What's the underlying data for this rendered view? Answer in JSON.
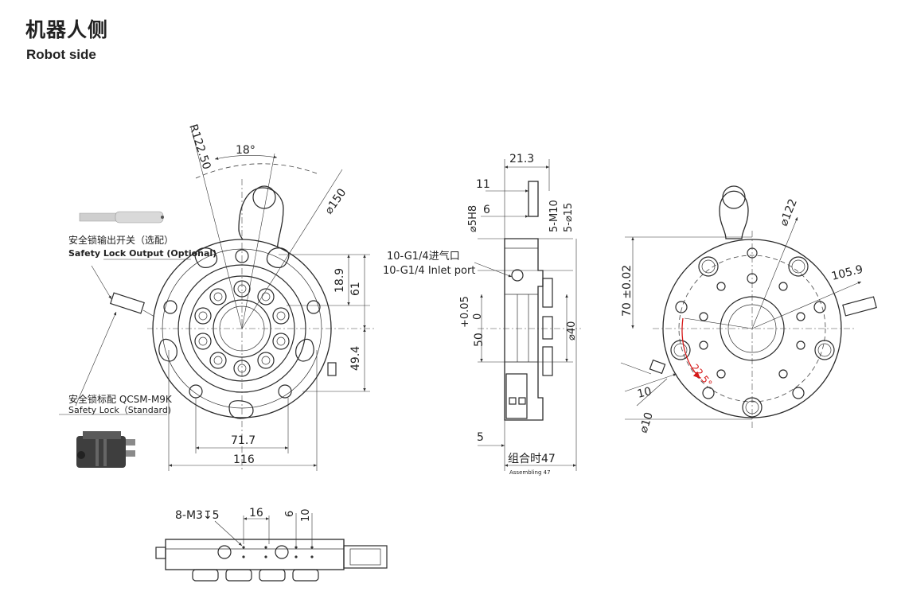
{
  "header": {
    "title_cn": "机器人侧",
    "title_en": "Robot side"
  },
  "front_view": {
    "radius_label": "R122.50",
    "angle_label": "18°",
    "dia_label": "⌀150",
    "dim_18_9": "18.9",
    "dim_61": "61",
    "dim_49_4": "49.4",
    "dim_71_7": "71.7",
    "dim_116": "116"
  },
  "callouts": {
    "safety_output_cn": "安全锁输出开关（选配）",
    "safety_output_en": "Safety Lock Output (Optional)",
    "safety_std_cn": "安全锁标配 QCSM-M9K",
    "safety_std_en": "Safety Lock（Standard)"
  },
  "side_view": {
    "dim_21_3": "21.3",
    "dim_11": "11",
    "dim_6": "6",
    "dim_5h8": "⌀5H8",
    "dim_5_m10": "5-M10",
    "dim_5_d15": "5-⌀15",
    "inlet_cn": "10-G1/4进气口",
    "inlet_en": "10-G1/4 Inlet port",
    "tol_plus": "+0.05",
    "tol_zero": "0",
    "dim_50": "50",
    "dim_d40": "⌀40",
    "dim_5": "5",
    "assembling_cn": "组合时47",
    "assembling_en": "Assembling 47"
  },
  "back_view": {
    "dim_d122": "⌀122",
    "dim_70": "70 ±0.02",
    "dim_105_9": "105.9",
    "dim_22_5": "22.5°",
    "dim_10": "10",
    "dim_d10": "⌀10"
  },
  "bottom_view": {
    "dim_8_m3": "8-M3↧5",
    "dim_16": "16",
    "dim_6": "6",
    "dim_10": "10"
  },
  "colors": {
    "line": "#2a2a2a",
    "accent": "#d61a1a",
    "photo_gray": "#cfcfcf"
  }
}
